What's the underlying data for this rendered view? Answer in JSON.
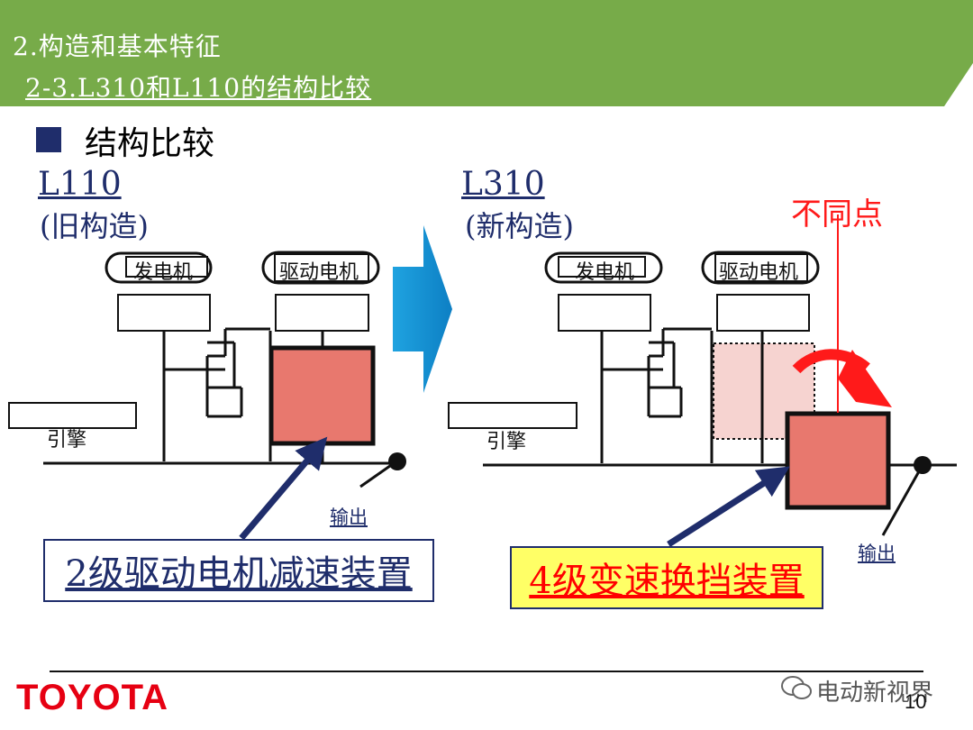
{
  "header": {
    "line1": "2.构造和基本特征",
    "line2": "2-3.L310和L110的结构比较",
    "bg_color": "#77ab49"
  },
  "section": {
    "title": "结构比较"
  },
  "left": {
    "model": "L110",
    "subtitle": "(旧构造)",
    "generator": "发电机",
    "motor": "驱动电机",
    "engine": "引擎",
    "output": "输出",
    "callout": "2级驱动电机减速装置"
  },
  "right": {
    "model": "L310",
    "subtitle": "(新构造)",
    "generator": "发电机",
    "motor": "驱动电机",
    "engine": "引擎",
    "output": "输出",
    "callout": "4级变速换挡装置",
    "difference": "不同点"
  },
  "footer": {
    "logo": "TOYOTA",
    "page": "10",
    "watermark": "电动新视界"
  },
  "colors": {
    "navy": "#1f2d6b",
    "gear_fill": "#e8786e",
    "arrow_blue": "#1fa3e0",
    "red": "#ff1a1a"
  }
}
